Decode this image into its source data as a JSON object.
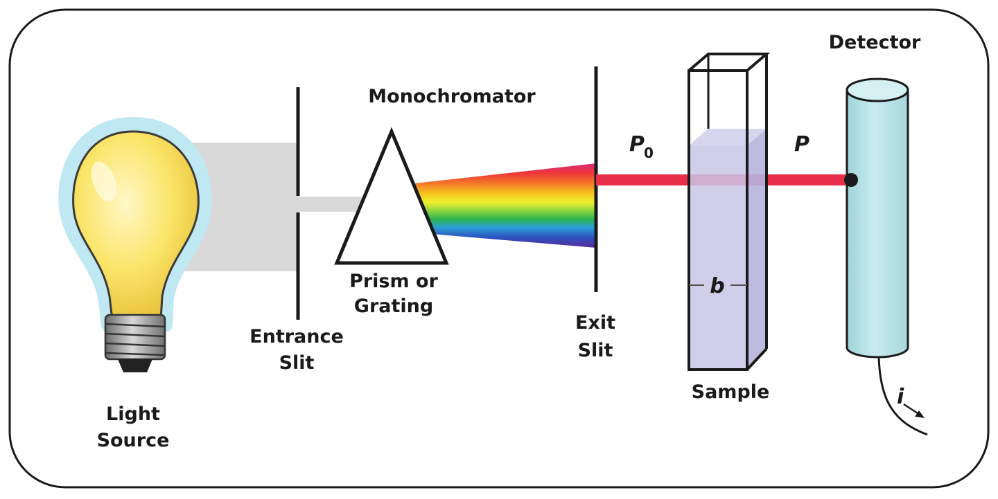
{
  "labels": {
    "monochromator": "Monochromator",
    "detector": "Detector",
    "light_source_line1": "Light",
    "light_source_line2": "Source",
    "entrance_slit_line1": "Entrance",
    "entrance_slit_line2": "Slit",
    "prism_line1": "Prism or",
    "prism_line2": "Grating",
    "exit_slit_line1": "Exit",
    "exit_slit_line2": "Slit",
    "sample": "Sample",
    "p0_main": "P",
    "p0_sub": "0",
    "p": "P",
    "b": "b",
    "i": "i"
  },
  "colors": {
    "beam": "#e8304a",
    "bulb": "#fbe56a",
    "bulb_glow": "#bfe8f2",
    "white_light": "#d9d9d9",
    "detector": "#b8e0e4",
    "cuvette_liquid": "#c9c6e6",
    "spectrum": [
      "#d8287a",
      "#ee3838",
      "#f47a28",
      "#f6c61e",
      "#f2ef30",
      "#8ed640",
      "#2cb44c",
      "#2a9fd8",
      "#2e4fbf",
      "#5b2a9a"
    ]
  }
}
